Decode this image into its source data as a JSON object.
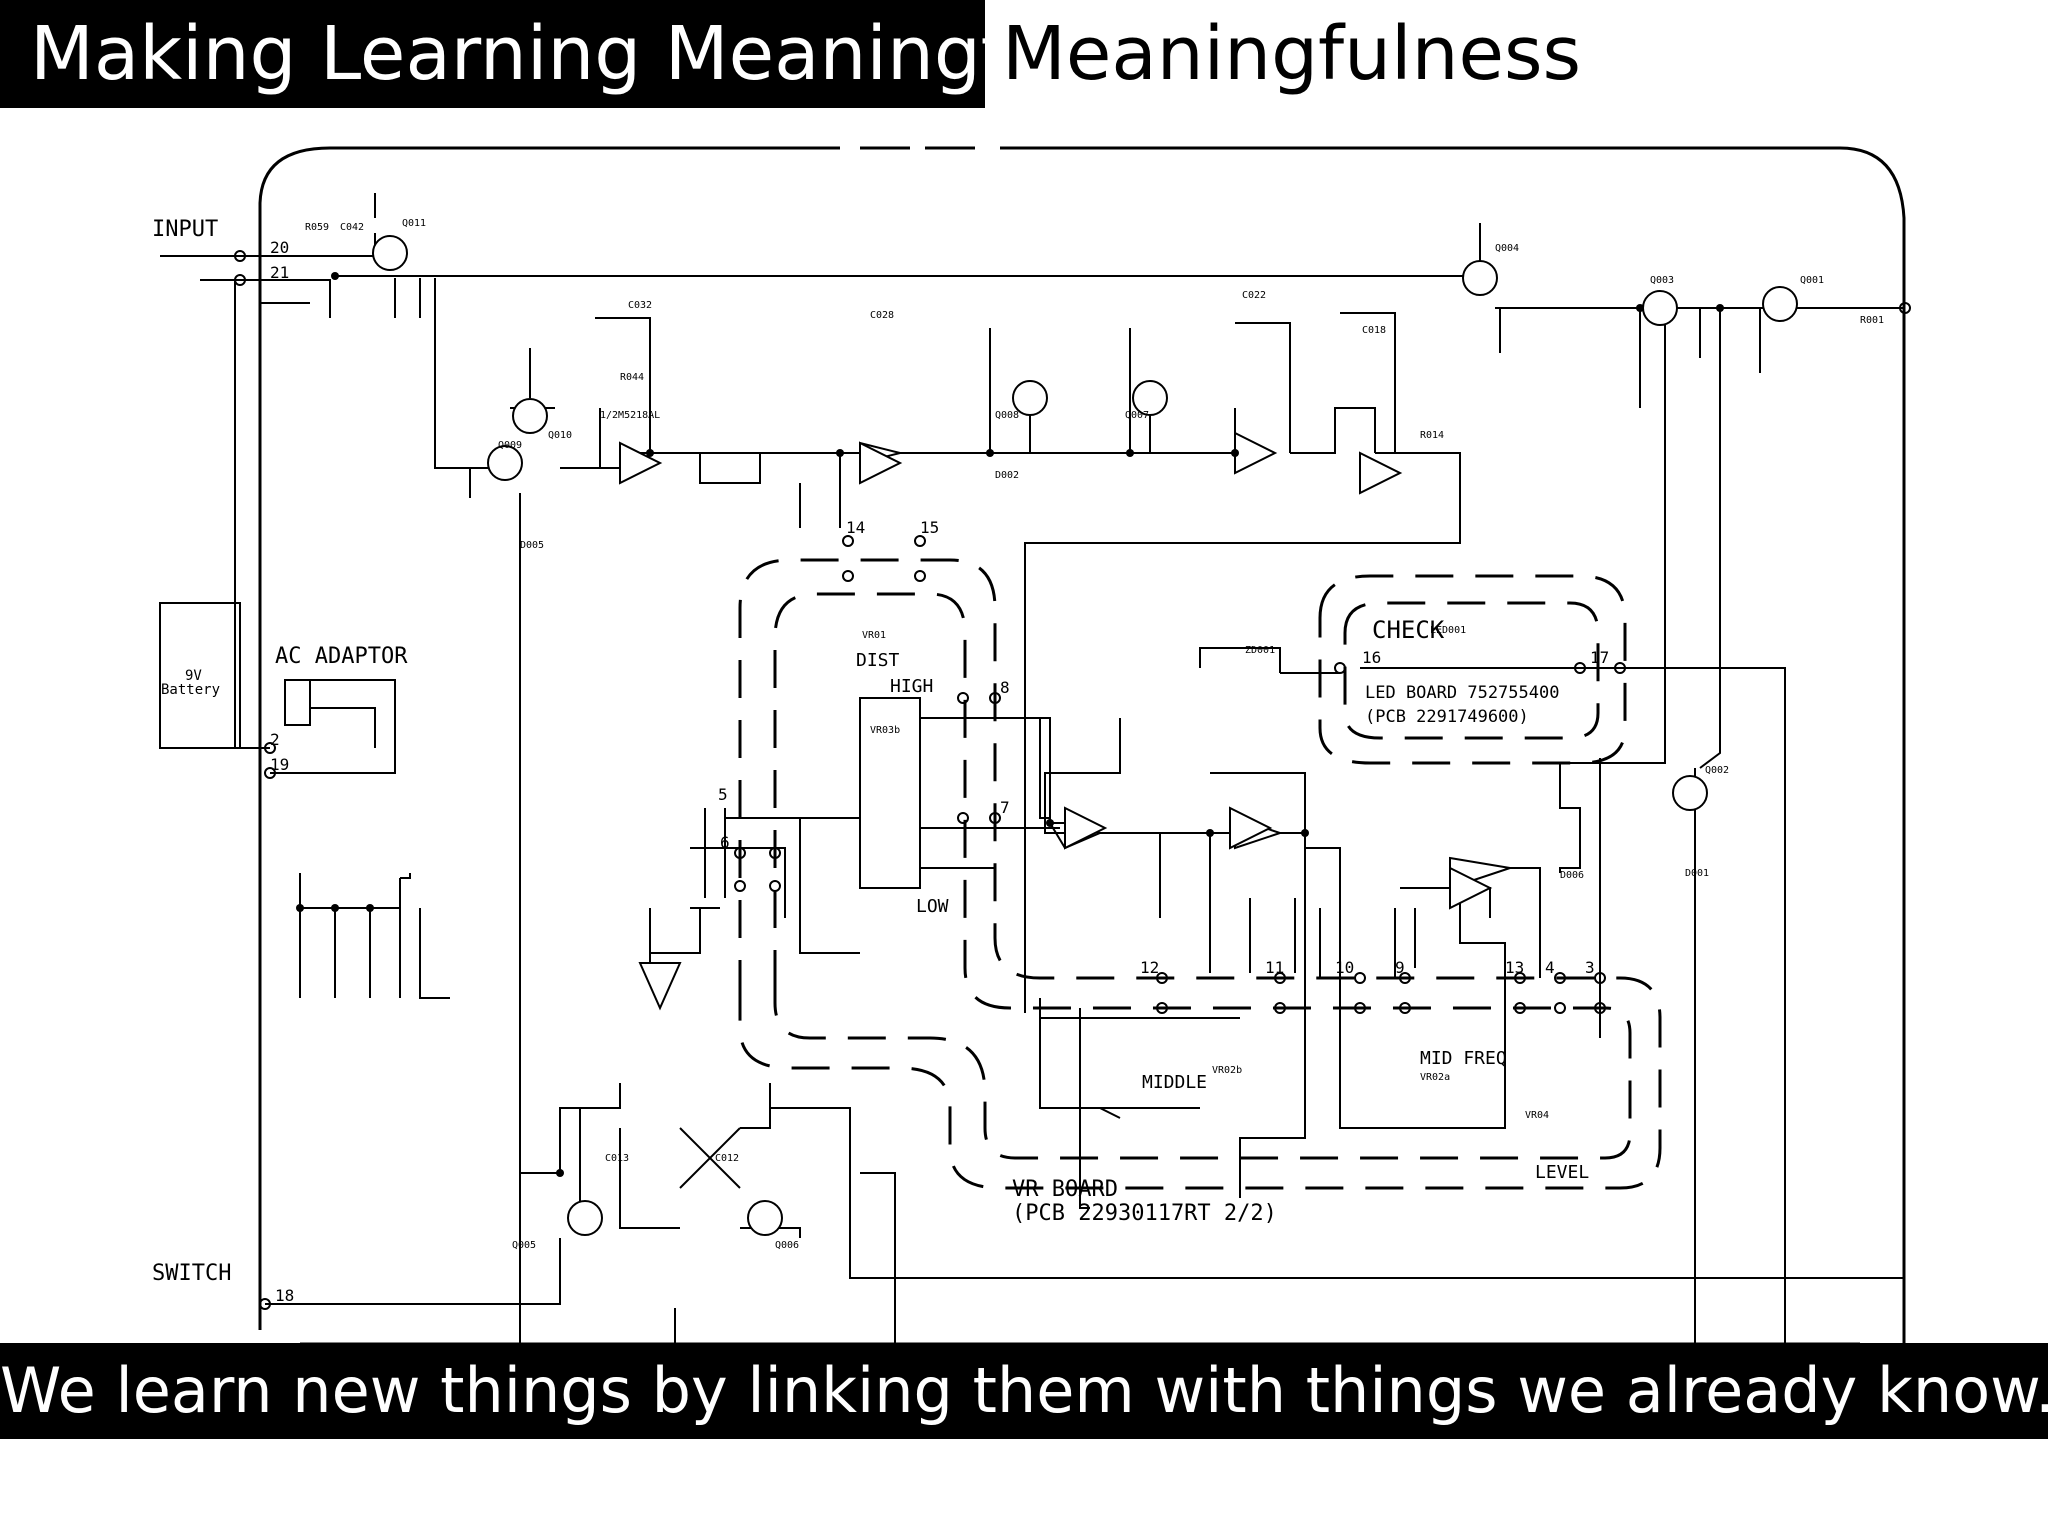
{
  "slide": {
    "title_prefix": "Making Learning Meaningful:",
    "title_emphasis": "Meaningfulness",
    "caption": "We learn new things by linking them with things we already know."
  },
  "schematic": {
    "labels": {
      "input": "INPUT",
      "ac_adaptor": "AC ADAPTOR",
      "battery_voltage": "9V",
      "battery": "Battery",
      "switch": "SWITCH",
      "dist": "DIST",
      "high": "HIGH",
      "low": "LOW",
      "middle": "MIDDLE",
      "mid_freq": "MID FREQ",
      "level": "LEVEL",
      "check": "CHECK",
      "led_board": "LED BOARD 752755400",
      "led_pcb": "(PCB 2291749600)",
      "vr_board": "VR BOARD",
      "vr_pcb": "(PCB 22930117RT 2/2)"
    },
    "terminals": [
      "20",
      "21",
      "2",
      "19",
      "18",
      "14",
      "15",
      "16",
      "17",
      "8",
      "7",
      "6",
      "5",
      "12",
      "11",
      "10",
      "9",
      "13",
      "4",
      "3"
    ],
    "components": [
      "Q011",
      "Q009",
      "Q010",
      "Q008",
      "Q007",
      "Q004",
      "Q003",
      "Q001",
      "Q002",
      "Q005",
      "Q006",
      "1/2M5218AL",
      "R059",
      "C042",
      "R044",
      "C032",
      "C028",
      "C022",
      "C018",
      "R014",
      "R001",
      "VR01",
      "VR03b",
      "VR02b",
      "VR02a",
      "VR04",
      "D001",
      "D002",
      "D005",
      "D006",
      "LED001",
      "ZD001",
      "C013",
      "C012"
    ]
  }
}
